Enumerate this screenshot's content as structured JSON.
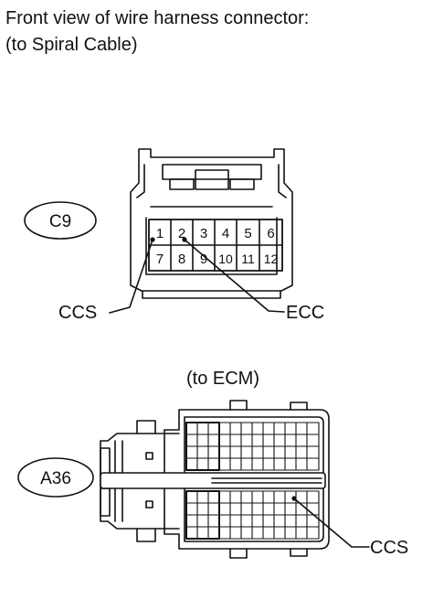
{
  "title": {
    "line1": "Front view of wire harness connector:",
    "line2": "(to Spiral Cable)"
  },
  "connector_c9": {
    "id": "C9",
    "pins_top": [
      "1",
      "2",
      "3",
      "4",
      "5",
      "6"
    ],
    "pins_bottom": [
      "7",
      "8",
      "9",
      "10",
      "11",
      "12"
    ],
    "callouts": {
      "left": "CCS",
      "right": "ECC"
    }
  },
  "connector_a36": {
    "caption": "(to ECM)",
    "id": "A36",
    "callout": "CCS"
  }
}
